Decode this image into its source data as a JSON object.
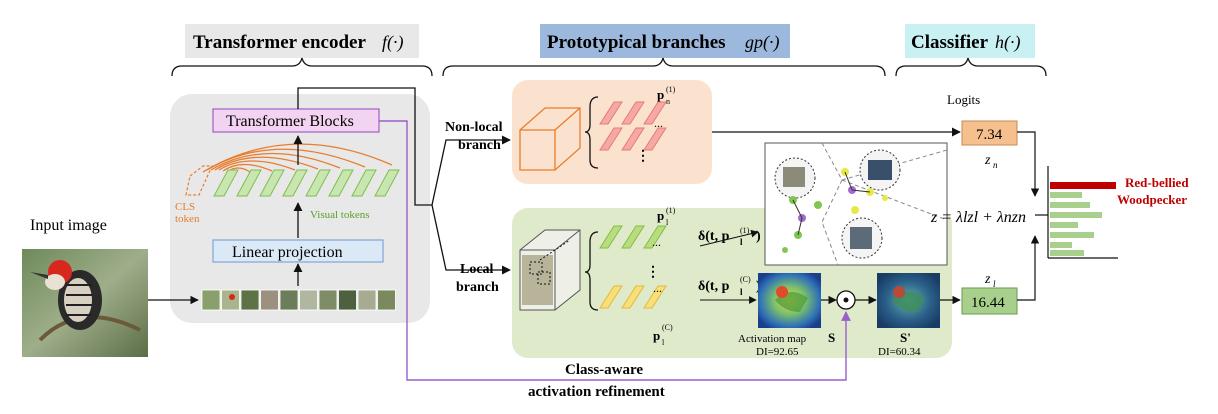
{
  "sections": {
    "encoder_title": "Transformer encoder",
    "encoder_fn": "f(·)",
    "proto_title": "Prototypical branches",
    "proto_fn": "gp(·)",
    "classifier_title": "Classifier",
    "classifier_fn": "h(·)"
  },
  "encoder": {
    "blocks_label": "Transformer Blocks",
    "cls_label_1": "CLS",
    "cls_label_2": "token",
    "visual_tokens": "Visual tokens",
    "linear_projection": "Linear projection"
  },
  "input": {
    "label": "Input image"
  },
  "branches": {
    "nonlocal_1": "Non-local",
    "nonlocal_2": "branch",
    "local_1": "Local",
    "local_2": "branch",
    "pn1": "p",
    "pl1": "p",
    "plc": "p",
    "delta1": "δ(t, p",
    "deltac": "δ(t, p"
  },
  "activation": {
    "map_label": "Activation map",
    "s_label": "S",
    "di_before": "DI=92.65",
    "s_prime_label": "S'",
    "di_after": "DI=60.34",
    "refine_1": "Class-aware",
    "refine_2": "activation refinement"
  },
  "classifier": {
    "logits_label": "Logits",
    "zn_value": "7.34",
    "zn_label": "z",
    "zl_value": "16.44",
    "zl_label": "z",
    "formula": "z = λlzl + λnzn",
    "prediction_1": "Red-bellied",
    "prediction_2": "Woodpecker"
  },
  "colors": {
    "encoder_bg": "#e8e8e8",
    "nonlocal_bg": "#fbe2cf",
    "local_bg": "#dfeacb",
    "proto_header": "#9cb8dc",
    "classifier_header": "#c9f1f4",
    "zn_box": "#f6bf8e",
    "zl_box": "#a8d08c",
    "prediction": "#c00000",
    "purple_line": "#9b5ecb"
  }
}
